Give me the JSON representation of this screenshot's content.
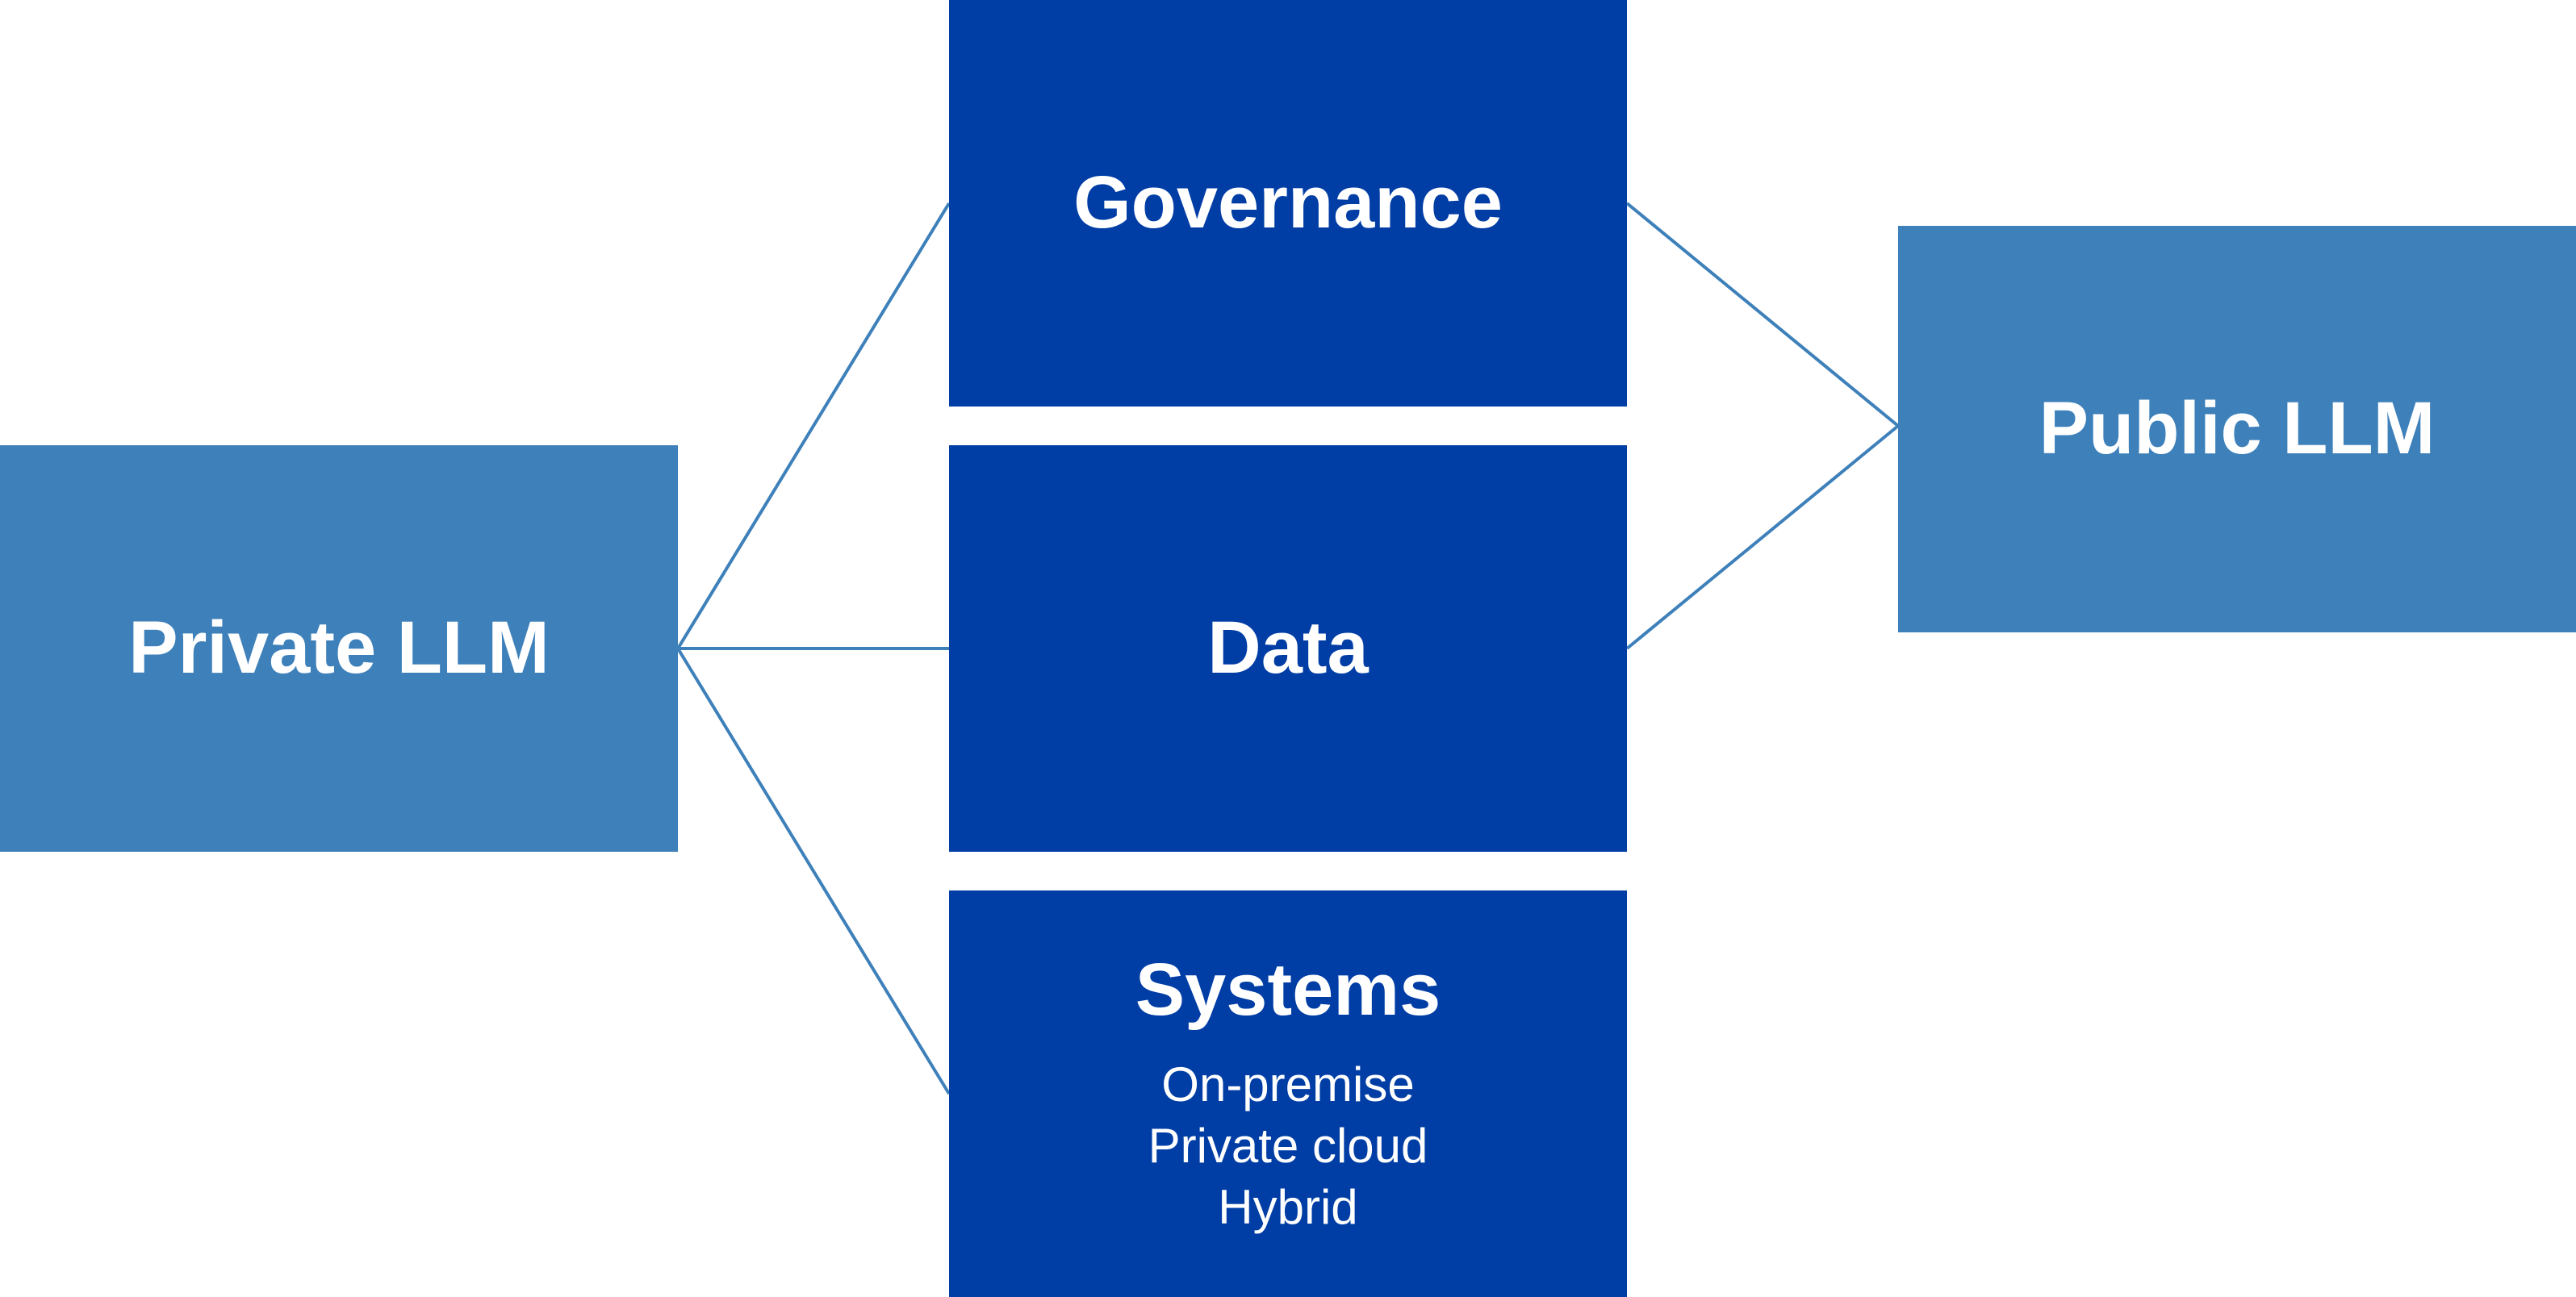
{
  "colors": {
    "outer_box": "#3d80ba",
    "inner_box": "#003da5",
    "connector": "#3d80ba",
    "text": "#ffffff"
  },
  "nodes": {
    "private_llm": {
      "label": "Private LLM"
    },
    "governance": {
      "label": "Governance"
    },
    "data": {
      "label": "Data"
    },
    "systems": {
      "label": "Systems",
      "items": [
        "On-premise",
        "Private cloud",
        "Hybrid"
      ]
    },
    "public_llm": {
      "label": "Public LLM"
    }
  },
  "edges": [
    {
      "from": "private_llm",
      "to": "governance"
    },
    {
      "from": "private_llm",
      "to": "data"
    },
    {
      "from": "private_llm",
      "to": "systems"
    },
    {
      "from": "governance",
      "to": "public_llm"
    },
    {
      "from": "data",
      "to": "public_llm"
    }
  ]
}
